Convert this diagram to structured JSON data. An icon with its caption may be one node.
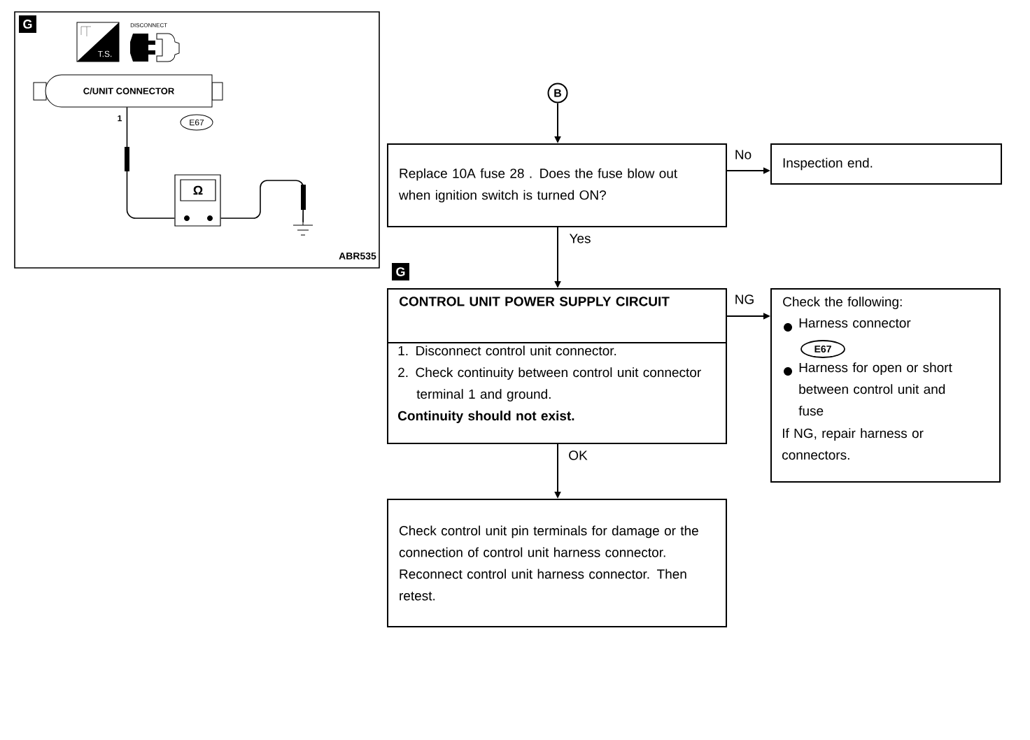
{
  "diagram": {
    "nodes": [
      {
        "text": [
          "C/UNIT CONNECTOR"
        ]
      },
      {
        "text": [
          "E67"
        ]
      },
      {
        "text": [
          "Ω"
        ]
      },
      {
        "text": [],
        "shape": "ground"
      },
      {
        "text": [
          "B"
        ]
      },
      {
        "text": [
          "Replace 10A fuse 28 . Does the fuse blow out when ignition switch is turned ON?"
        ]
      },
      {
        "text": [
          "Inspection end."
        ]
      },
      {
        "text": [
          "CONTROL UNIT POWER SUPPLY CIRCUIT",
          "1. Disconnect control unit connector.",
          "2. Check continuity between control unit connector terminal 1 and ground.",
          "Continuity should not exist."
        ]
      },
      {
        "text": [
          "Check the following:",
          "Harness connector",
          "Harness for open or short between control unit and fuse",
          "If NG, repair harness or connectors."
        ]
      },
      {
        "text": [
          "E67"
        ],
        "in": 8
      },
      {
        "text": [
          "Check control unit pin terminals for damage or the connection of control unit harness connector.",
          "Reconnect control unit harness connector. Then retest."
        ]
      }
    ],
    "edges": [
      {
        "from": 0,
        "to": 2,
        "arrow": "none"
      },
      {
        "from": 2,
        "to": 3,
        "arrow": "none"
      },
      {
        "from": 4,
        "to": 5,
        "arrow": "to"
      },
      {
        "from": 5,
        "to": 6,
        "arrow": "to",
        "label": "No"
      },
      {
        "from": 5,
        "to": 7,
        "arrow": "to",
        "label": "Yes"
      },
      {
        "from": 7,
        "to": 8,
        "arrow": "to",
        "label": "NG"
      },
      {
        "from": 7,
        "to": 10,
        "arrow": "to",
        "label": "OK"
      }
    ],
    "labels": [
      "G",
      "T.S.",
      "DISCONNECT",
      "1",
      "ABR535",
      "G"
    ]
  }
}
